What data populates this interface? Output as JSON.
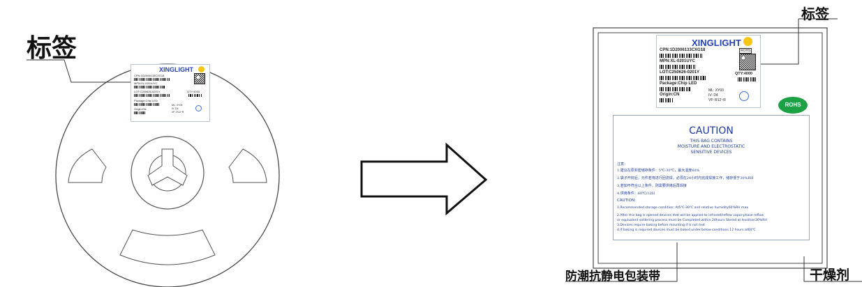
{
  "callouts": {
    "label_left": "标签",
    "label_right": "标签",
    "bag": "防潮抗静电包装带",
    "desiccant": "干燥剂"
  },
  "reel_label": {
    "brand": "XINGLIGHT",
    "cpn": "CPN:1D2006133CXG18",
    "mpn": "MPN:XL-0201UYC",
    "lot": "LOT:C250626-0201Y",
    "qty": "QTY:4000",
    "package": "Package:Chip LED",
    "origin": "Origin:CN",
    "ml": "ML: XY03",
    "iv": "IV: D4",
    "vf": "VF: R12~R"
  },
  "bag_label": {
    "brand": "XINGLIGHT",
    "cpn": "CPN:1D2006133CXG18",
    "rohs_small": "ROHS",
    "mpn": "MPN:XL-0201UYC",
    "lot": "LOT:C250626-0201Y",
    "qty": "QTY:4000",
    "package": "Package:Chip LED",
    "origin": "Origin:CN",
    "ml": "ML: XY03",
    "iv": "IV: D4",
    "vf": "VF: R12~R",
    "rohs_badge": "ROHS"
  },
  "caution": {
    "title": "CAUTION",
    "sub1": "THIS BAG CONTAINS",
    "sub2": "MOISTURE AND ELECTROSTATIC",
    "sub3": "SENSITIVE DEVICES",
    "zh_head": "注意：",
    "zh1": "1.建议在原封密储存条件：5℃-30℃，最大湿度60%",
    "zh2": "2.袋子开封后，元件若将进行回流焊，必须在24小时内完成焊接工作，储存低于30%RH",
    "zh3": "3.若如不符合以上条件，则需要烘烤后再焊接",
    "zh4": "4.烘烤条件：60℃/12H",
    "en_head": "CAUTION:",
    "en1": "1.Recommended storage condition: At5℃-30℃ and relative humidity60%RH max",
    "en2": "2.After this bag is opened devices that will be applied to infrared/reflow vapor-phase reflow",
    "en3": "or equivalent soldering process must be Completed within 24hours Stored at lessthan30%RH",
    "en4": "3.Devices require baking before mounting if is not met",
    "en5": "4.If baking is required devices must be baked under below conditions 12 hours at60℃"
  }
}
